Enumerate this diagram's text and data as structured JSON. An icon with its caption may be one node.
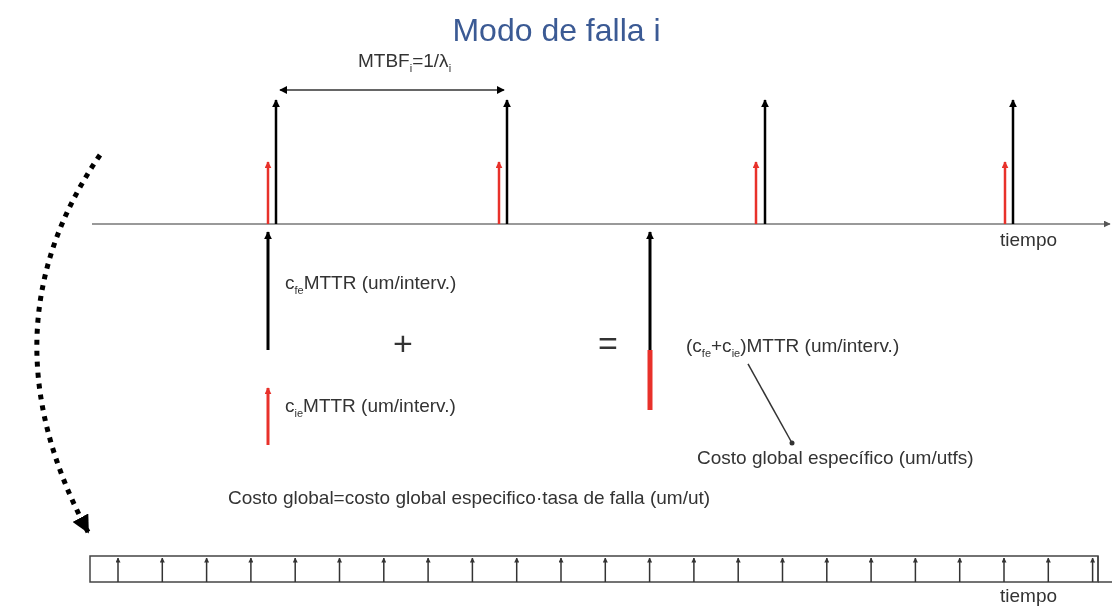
{
  "diagram": {
    "title": "Modo de falla i",
    "nodes": [
      {
        "text": [
          "(c$_{fe}$+c$_{ie}$)MTTR  (um/interv.)"
        ]
      },
      {
        "text": [
          "Costo global específico (um/utfs)"
        ]
      }
    ],
    "edges": [
      {
        "from": 1,
        "to": 0,
        "arrow": "other"
      }
    ],
    "labels": [
      "MTBF$_{i}$=1/λ$_{i}$",
      "tiempo",
      "c$_{fe}$MTTR  (um/interv.)",
      "+",
      "=",
      "c$_{ie}$MTTR  (um/interv.)",
      "Costo global=costo global especifico·tasa de falla (um/ut)",
      "tiempo"
    ]
  }
}
